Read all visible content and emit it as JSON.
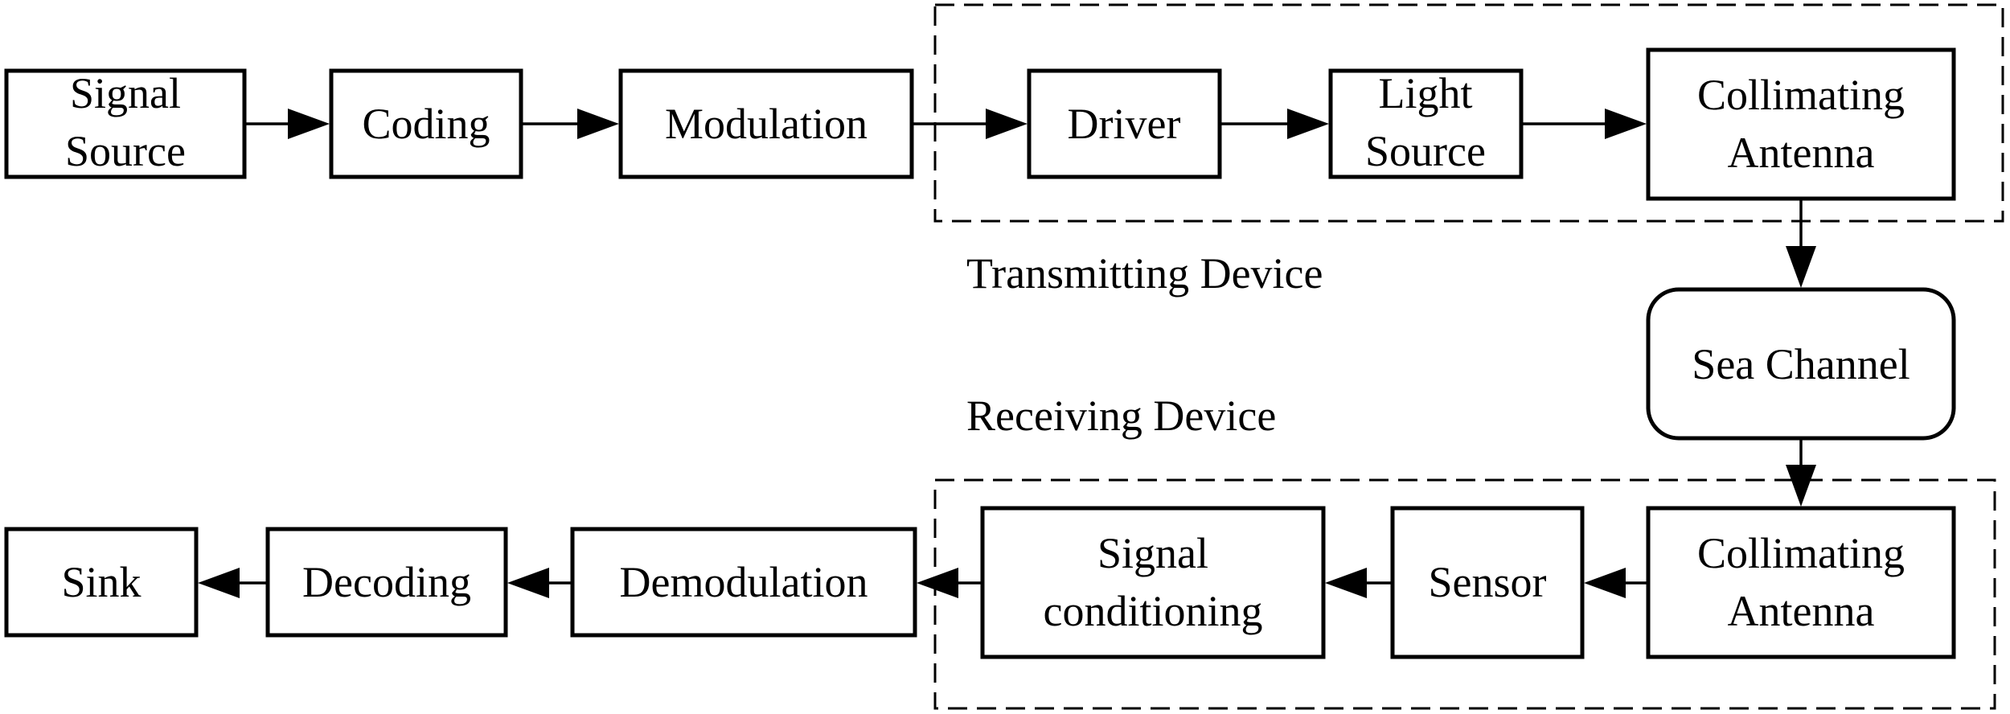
{
  "diagram": {
    "groups": {
      "transmitting": "Transmitting Device",
      "receiving": "Receiving Device"
    },
    "nodes": {
      "signal_source": [
        "Signal",
        "Source"
      ],
      "coding": [
        "Coding"
      ],
      "modulation": [
        "Modulation"
      ],
      "driver": [
        "Driver"
      ],
      "light_source": [
        "Light",
        "Source"
      ],
      "tx_antenna": [
        "Collimating",
        "Antenna"
      ],
      "sea_channel": [
        "Sea Channel"
      ],
      "rx_antenna": [
        "Collimating",
        "Antenna"
      ],
      "sensor": [
        "Sensor"
      ],
      "signal_conditioning": [
        "Signal",
        "conditioning"
      ],
      "demodulation": [
        "Demodulation"
      ],
      "decoding": [
        "Decoding"
      ],
      "sink": [
        "Sink"
      ]
    },
    "edges": [
      [
        "signal_source",
        "coding"
      ],
      [
        "coding",
        "modulation"
      ],
      [
        "modulation",
        "driver"
      ],
      [
        "driver",
        "light_source"
      ],
      [
        "light_source",
        "tx_antenna"
      ],
      [
        "tx_antenna",
        "sea_channel"
      ],
      [
        "sea_channel",
        "rx_antenna"
      ],
      [
        "rx_antenna",
        "sensor"
      ],
      [
        "sensor",
        "signal_conditioning"
      ],
      [
        "signal_conditioning",
        "demodulation"
      ],
      [
        "demodulation",
        "decoding"
      ],
      [
        "decoding",
        "sink"
      ]
    ]
  }
}
